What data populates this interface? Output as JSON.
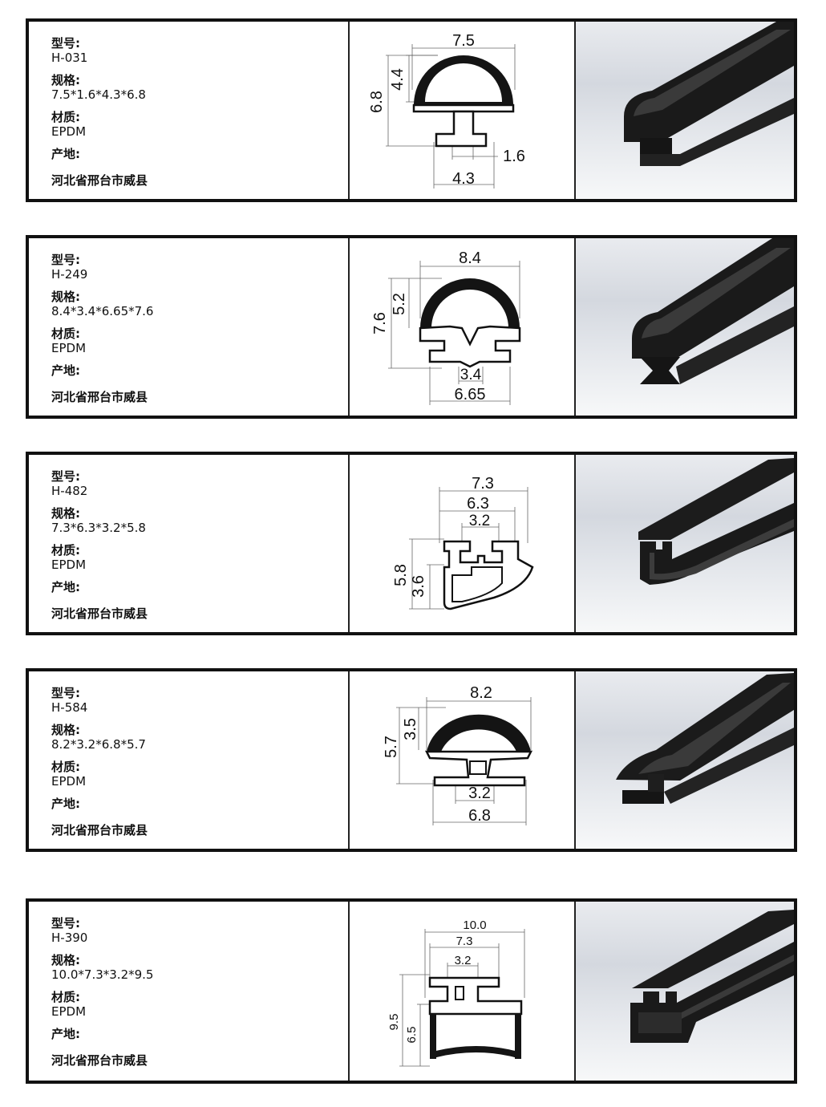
{
  "labels": {
    "model": "型号:",
    "spec": "规格:",
    "material": "材质:",
    "origin": "产地:"
  },
  "products": [
    {
      "model": "H-031",
      "spec": "7.5*1.6*4.3*6.8",
      "material": "EPDM",
      "origin": "河北省邢台市威县",
      "dims": {
        "top": "7.5",
        "outer_h": "6.8",
        "inner_h": "4.4",
        "slot": "1.6",
        "base": "4.3"
      }
    },
    {
      "model": "H-249",
      "spec": "8.4*3.4*6.65*7.6",
      "material": "EPDM",
      "origin": "河北省邢台市威县",
      "dims": {
        "top": "8.4",
        "outer_h": "7.6",
        "inner_h": "5.2",
        "slot": "3.4",
        "base": "6.65"
      }
    },
    {
      "model": "H-482",
      "spec": "7.3*6.3*3.2*5.8",
      "material": "EPDM",
      "origin": "河北省邢台市威县",
      "dims": {
        "w1": "7.3",
        "w2": "6.3",
        "w3": "3.2",
        "outer_h": "5.8",
        "inner_h": "3.6"
      }
    },
    {
      "model": "H-584",
      "spec": "8.2*3.2*6.8*5.7",
      "material": "EPDM",
      "origin": "河北省邢台市威县",
      "dims": {
        "top": "8.2",
        "outer_h": "5.7",
        "inner_h": "3.5",
        "slot": "3.2",
        "base": "6.8"
      }
    },
    {
      "model": "H-390",
      "spec": "10.0*7.3*3.2*9.5",
      "material": "EPDM",
      "origin": "河北省邢台市威县",
      "dims": {
        "w1": "10.0",
        "w2": "7.3",
        "w3": "3.2",
        "outer_h": "9.5",
        "inner_h": "6.5"
      }
    }
  ],
  "colors": {
    "rubber": "#141414",
    "border": "#111111",
    "dim_line": "#555555"
  }
}
